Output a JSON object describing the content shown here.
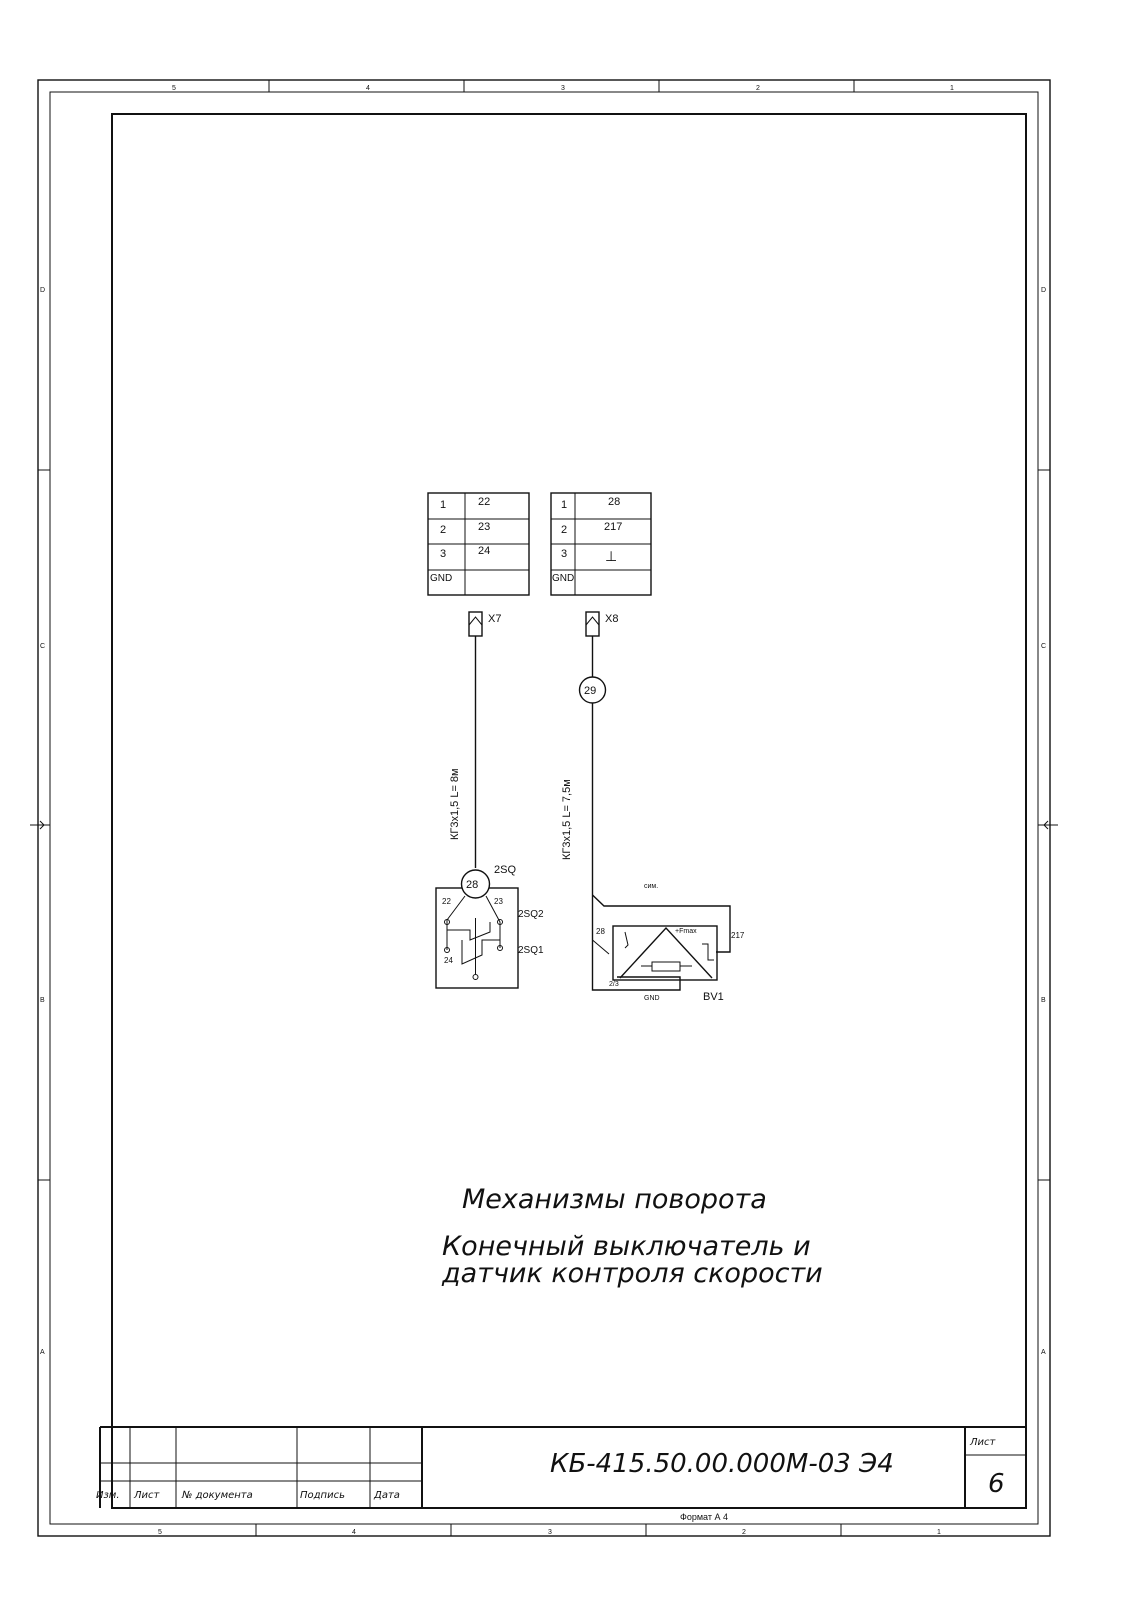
{
  "border": {
    "zones_top": [
      "5",
      "4",
      "3",
      "2",
      "1"
    ],
    "zones_bottom": [
      "5",
      "4",
      "3",
      "2",
      "1"
    ],
    "zones_left": [
      "D",
      "C",
      "B",
      "A"
    ],
    "zones_right": [
      "D",
      "C",
      "B",
      "A"
    ]
  },
  "connectors": [
    {
      "id": "X7",
      "rows": [
        {
          "pin": "1",
          "wire": "22"
        },
        {
          "pin": "2",
          "wire": "23"
        },
        {
          "pin": "3",
          "wire": "24"
        },
        {
          "pin": "GND",
          "wire": ""
        }
      ],
      "cable": "КГ3х1,5  L= 8м"
    },
    {
      "id": "X8",
      "rows": [
        {
          "pin": "1",
          "wire": "28"
        },
        {
          "pin": "2",
          "wire": "217"
        },
        {
          "pin": "3",
          "wire": "⊥"
        },
        {
          "pin": "GND",
          "wire": ""
        }
      ],
      "cable": "КГ3х1,5  L= 7,5м"
    }
  ],
  "wire_marker_x8": "29",
  "switch_block": {
    "id": "2SQ",
    "marker": "28",
    "contacts": [
      "2SQ2",
      "2SQ1"
    ],
    "terminals": [
      "22",
      "23",
      "24"
    ]
  },
  "sensor_block": {
    "id": "BV1",
    "label_top": "сим.",
    "label_left": "28",
    "label_right": "217",
    "label_fmax": "+Fmax",
    "label_bottom": "GND",
    "label_corner": "2/3"
  },
  "title_lines": [
    "Механизмы поворота",
    "Конечный выключатель и",
    "датчик контроля скорости"
  ],
  "stamp": {
    "doc_number": "КБ-415.50.00.000М-03 Э4",
    "sheet_label": "Лист",
    "sheet_number": "6",
    "col_izm": "Изм.",
    "col_list": "Лист",
    "col_doc": "№ документа",
    "col_sign": "Подпись",
    "col_date": "Дата",
    "format": "Формат А 4"
  }
}
